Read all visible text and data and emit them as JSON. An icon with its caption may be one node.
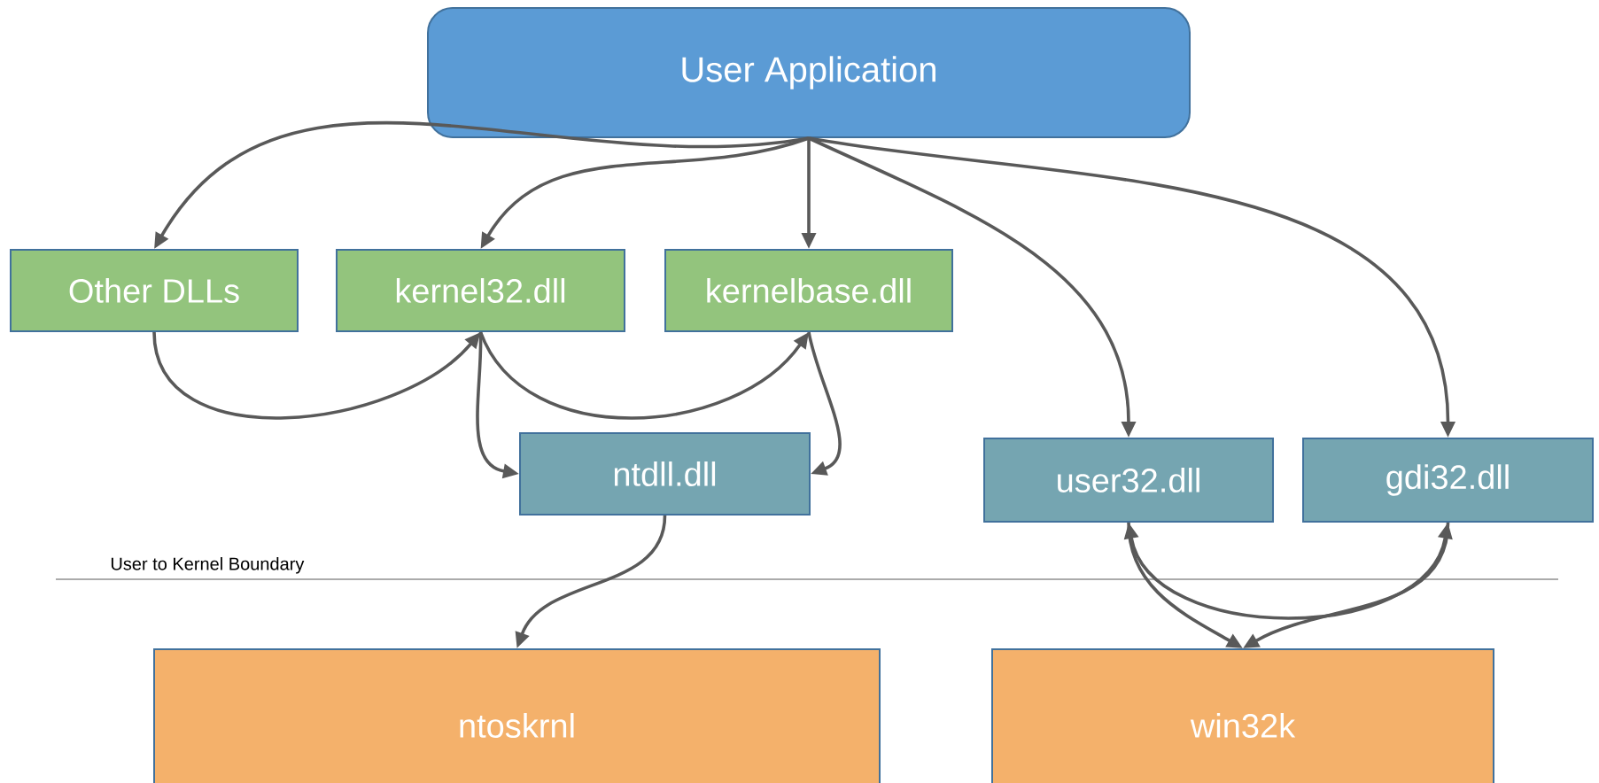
{
  "diagram": {
    "nodes": [
      {
        "text": [
          "User Application"
        ]
      },
      {
        "text": [
          "Other DLLs"
        ]
      },
      {
        "text": [
          "kernel32.dll"
        ]
      },
      {
        "text": [
          "kernelbase.dll"
        ]
      },
      {
        "text": [
          "ntdll.dll"
        ]
      },
      {
        "text": [
          "user32.dll"
        ]
      },
      {
        "text": [
          "gdi32.dll"
        ]
      },
      {
        "text": [
          "ntoskrnl"
        ]
      },
      {
        "text": [
          "win32k"
        ]
      }
    ],
    "edges": [
      {
        "from": 0,
        "to": 1,
        "arrow": "to"
      },
      {
        "from": 0,
        "to": 2,
        "arrow": "to"
      },
      {
        "from": 0,
        "to": 3,
        "arrow": "to"
      },
      {
        "from": 0,
        "to": 5,
        "arrow": "to"
      },
      {
        "from": 0,
        "to": 6,
        "arrow": "to"
      },
      {
        "from": 1,
        "to": 2,
        "arrow": "to"
      },
      {
        "from": 2,
        "to": 3,
        "arrow": "to"
      },
      {
        "from": 2,
        "to": 4,
        "arrow": "to"
      },
      {
        "from": 3,
        "to": 4,
        "arrow": "to"
      },
      {
        "from": 4,
        "to": 7,
        "arrow": "to"
      },
      {
        "from": 5,
        "to": 6,
        "arrow": "both"
      },
      {
        "from": 5,
        "to": 8,
        "arrow": "to"
      },
      {
        "from": 6,
        "to": 8,
        "arrow": "to"
      }
    ],
    "labels": [
      "User to Kernel Boundary"
    ]
  }
}
